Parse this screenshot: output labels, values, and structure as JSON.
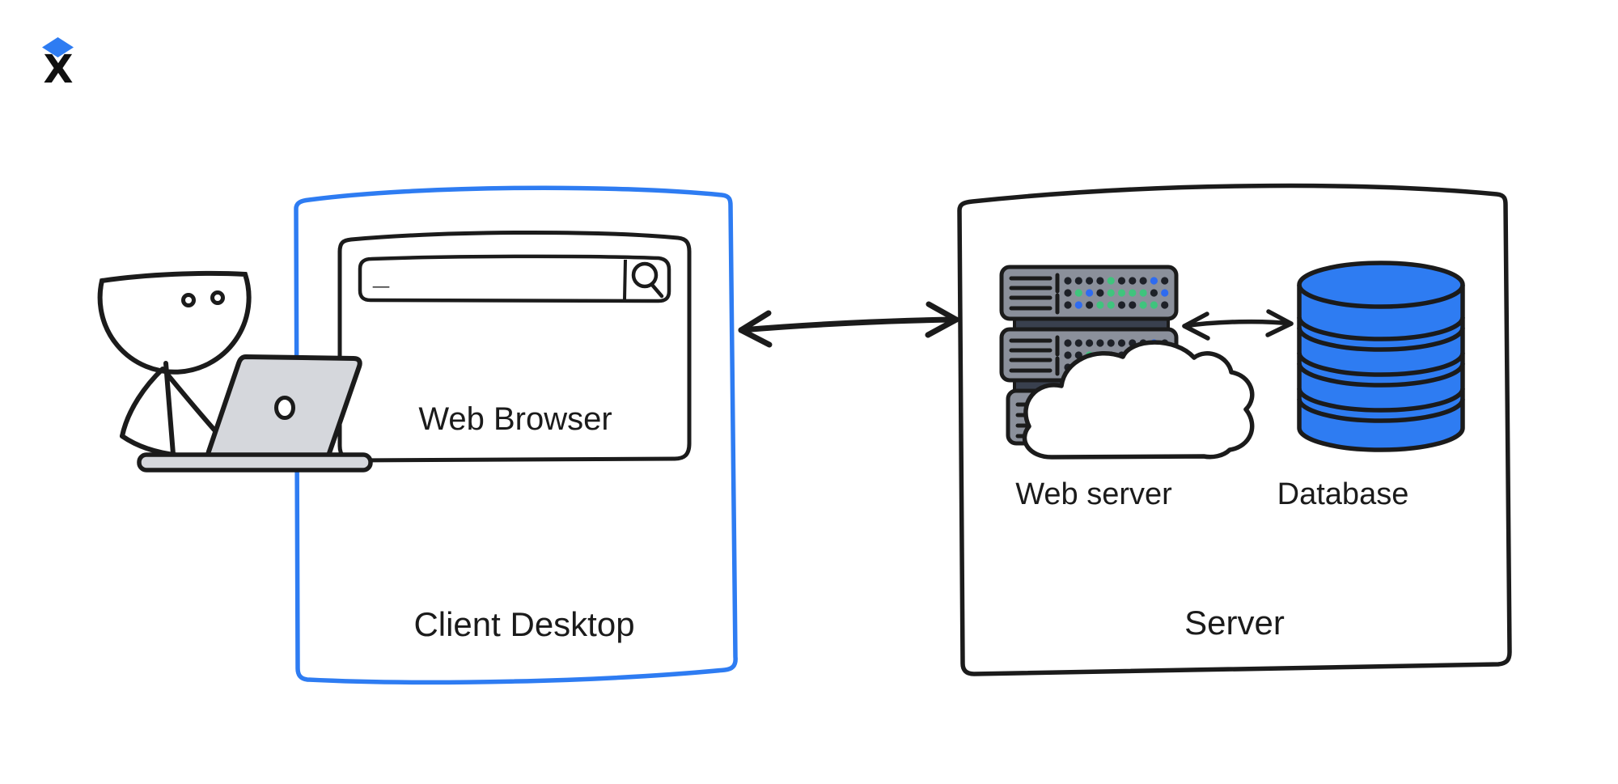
{
  "page": {
    "background": "#ffffff",
    "description": "Hand-drawn whiteboard diagram of a client-server web architecture"
  },
  "logo": {
    "icon": "excalidraw-x-logo",
    "letter": "X",
    "diamond_color": "#2e7cf2",
    "letter_color": "#101010"
  },
  "colors": {
    "ink": "#1b1b1b",
    "blue": "#2e7cf2",
    "rack_fill": "#8b909b",
    "rack_dark_bar": "#39404e",
    "dot_black": "#1e2128",
    "dot_green": "#3fc47d",
    "dot_blue": "#2e6bf0",
    "laptop_fill": "#d5d7dc",
    "cloud_fill": "#ffffff"
  },
  "client_box": {
    "label": "Client Desktop",
    "border_color": "#2e7cf2",
    "user_icon": "person-at-laptop",
    "browser": {
      "label": "Web Browser",
      "search_cursor": "_",
      "search_icon": "magnifier"
    }
  },
  "server_box": {
    "label": "Server",
    "border_color": "#1b1b1b",
    "web_server": {
      "label": "Web server",
      "icon": "server-rack-stack-with-cloud",
      "dot_rows_rack1": [
        "kkkkgkkkbk",
        "kgbkggggkb",
        "kbkggkkggk"
      ],
      "dot_rows_rack2": [
        "kkkkkkkkbk",
        "kkgkkkkkbk",
        "kbkkkkkgkk"
      ]
    },
    "database": {
      "label": "Database",
      "icon": "database-cylinder-stack",
      "fill_color": "#2e7cf2"
    }
  },
  "arrows": [
    {
      "from": "Client Desktop",
      "to": "Server",
      "bidirectional": true
    },
    {
      "from": "Web server",
      "to": "Database",
      "bidirectional": true
    }
  ]
}
